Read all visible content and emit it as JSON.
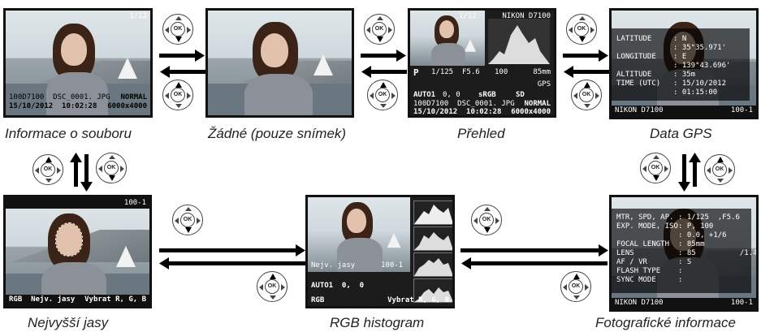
{
  "captions": {
    "file_info": "Informace o souboru",
    "none": "Žádné (pouze snímek)",
    "overview": "Přehled",
    "gps": "Data GPS",
    "highlights": "Nejvyšší jasy",
    "rgb_histogram": "RGB histogram",
    "shooting": "Fotografické informace"
  },
  "screen_file_info": {
    "frame": "1/12",
    "line1": "100D7100  DSC_0001. JPG",
    "line2": "15/10/2012  10:02:28",
    "quality": "NORMAL",
    "size": "6000x4000"
  },
  "screen_overview": {
    "frame": "1/12",
    "camera": "NIKON D7100",
    "mode": "P",
    "shutter": "1/125",
    "aperture": "F5.6",
    "iso": "100",
    "focal": "85mm",
    "wb": "AUTO1",
    "wb_adj": "0, 0",
    "color_space": "sRGB",
    "picture_control": "SD",
    "gps": "GPS",
    "line1": "100D7100  DSC_0001. JPG",
    "line2": "15/10/2012  10:02:28",
    "quality": "NORMAL",
    "size": "6000x4000"
  },
  "screen_gps": {
    "labels": "LATITUDE\n\nLONGITUDE\n\nALTITUDE\nTIME (UTC)",
    "values": ": N\n: 35°35.971'\n: E\n: 139°43.696'\n: 35m\n: 15/10/2012\n: 01:15:00",
    "camera": "NIKON D7100",
    "frame": "100-1"
  },
  "screen_highlights": {
    "frame": "100-1",
    "label": "RGB  Nejv. jasy",
    "select": "Vybrat R, G, B"
  },
  "screen_rgb": {
    "frame": "100-1",
    "label": "Nejv. jasy",
    "wb": "AUTO1  0,  0",
    "mode": "RGB",
    "select": "Vybrat R, G, B"
  },
  "screen_shooting": {
    "labels": "MTR, SPD, AP.\nEXP. MODE, ISO\n\nFOCAL LENGTH\nLENS\nAF / VR\nFLASH TYPE\nSYNC MODE",
    "values": ": 1/125  ,F5.6\n: P, 100\n: 0.0, +1/6\n: 85mm\n: 85          /1.4\n: S\n:\n:",
    "camera": "NIKON D7100",
    "frame": "100-1"
  },
  "dpad": {
    "ok_label": "OK"
  }
}
